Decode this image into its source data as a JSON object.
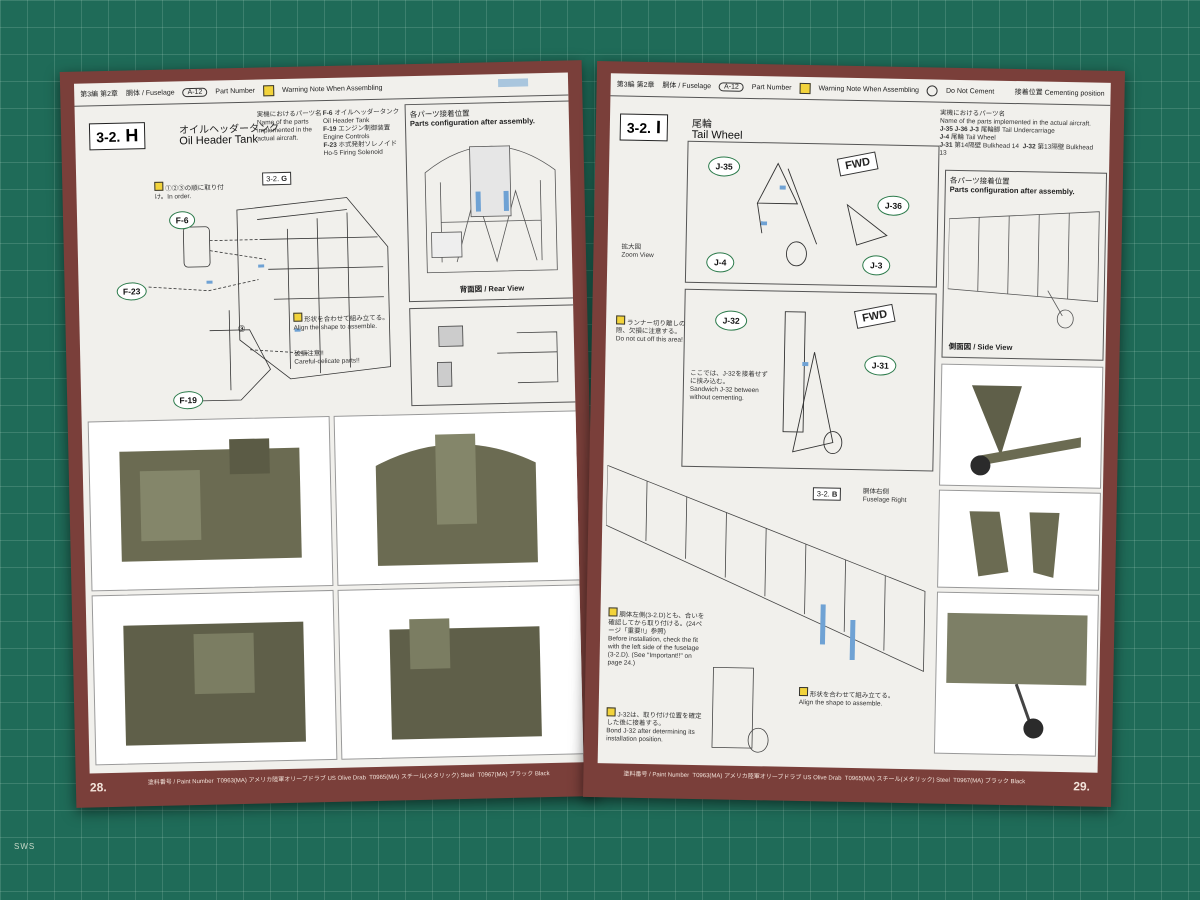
{
  "left_page": {
    "header": {
      "chapter": "第3編 第2章",
      "section": "胴体 / Fuselage",
      "part_badge": "A-12",
      "part_number_label": "Part Number",
      "warning_label": "Warning Note When Assembling"
    },
    "section": {
      "prefix": "3-2.",
      "letter": "H",
      "title_jp": "オイルヘッダータンク",
      "title_en": "Oil Header Tank"
    },
    "implemented_jp": "実機におけるパーツ名",
    "implemented_en": "Name of the parts implemented in the actual aircraft.",
    "legend": [
      {
        "id": "F-6",
        "jp": "オイルヘッダータンク",
        "en": "Oil Header Tank"
      },
      {
        "id": "F-19",
        "jp": "エンジン制御装置",
        "en": "Engine Controls"
      },
      {
        "id": "F-23",
        "jp": "ホ式発射ソレノイド",
        "en": "Ho-5 Firing Solenoid"
      }
    ],
    "order_note": "①②③の順に取り付け。In order.",
    "ref_tag": "3-2.",
    "ref_letter": "G",
    "parts": [
      "F-6",
      "F-23",
      "F-19"
    ],
    "step3": "③",
    "config_jp": "各パーツ接着位置",
    "config_en": "Parts configuration after assembly.",
    "rear_view": "背面図 / Rear View",
    "align_jp": "形状を合わせて組み立てる。",
    "align_en": "Align the shape to assemble.",
    "careful_jp": "破損注意!!",
    "careful_en": "Careful-delicate parts!!",
    "page_number": "28.",
    "paint_label": "塗料番号 / Paint Number",
    "paints": [
      {
        "code": "T0963(MA)",
        "name": "アメリカ陸軍オリーブドラブ US Olive Drab"
      },
      {
        "code": "T0965(MA)",
        "name": "スチール(メタリック) Steel"
      },
      {
        "code": "T0967(MA)",
        "name": "ブラック Black"
      }
    ]
  },
  "right_page": {
    "header": {
      "chapter": "第3編 第2章",
      "section": "胴体 / Fuselage",
      "part_badge": "A-12",
      "part_number_label": "Part Number",
      "warning_label": "Warning Note When Assembling",
      "no_cement_label": "Do Not Cement",
      "cementing_label": "接着位置 Cementing position"
    },
    "section": {
      "prefix": "3-2.",
      "letter": "I",
      "title_jp": "尾輪",
      "title_en": "Tail Wheel"
    },
    "implemented_jp": "実機におけるパーツ名",
    "implemented_en": "Name of the parts implemented in the actual aircraft.",
    "legend": [
      {
        "id": "J-35",
        "extra": "J-36 J-3",
        "jp": "尾輪脚",
        "en": "Tail Undercarriage"
      },
      {
        "id": "J-4",
        "jp": "尾輪",
        "en": "Tail Wheel"
      },
      {
        "id": "J-31",
        "jp": "第14隔壁",
        "en": "Bulkhead 14"
      },
      {
        "id": "J-32",
        "jp": "第13隔壁",
        "en": "Bulkhead 13"
      }
    ],
    "fwd": "FWD",
    "parts_top": [
      "J-35",
      "J-36",
      "J-4",
      "J-3"
    ],
    "zoom_jp": "拡大図",
    "zoom_en": "Zoom View",
    "cut_note_jp": "ランナー切り離しの際、欠損に注意する。",
    "cut_note_en": "Do not cut off this area!",
    "parts_mid": [
      "J-32",
      "J-31"
    ],
    "sandwich_jp": "ここでは、J-32を接着せずに挟み込む。",
    "sandwich_en": "Sandwich J-32 between without cementing.",
    "config_jp": "各パーツ接着位置",
    "config_en": "Parts configuration after assembly.",
    "side_view": "側面図 / Side View",
    "fuselage_tag": "3-2.",
    "fuselage_letter": "B",
    "fuselage_right_jp": "胴体右側",
    "fuselage_right_en": "Fuselage Right",
    "before_note_jp": "胴体左側(3-2.D)とも、合いを確認してから取り付ける。(24ページ「重要!!」参照)",
    "before_note_en": "Before installation, check the fit with the left side of the fuselage (3-2.D). (See \"Important!!\" on page 24.)",
    "align_jp": "形状を合わせて組み立てる。",
    "align_en": "Align the shape to assemble.",
    "bond_note_jp": "J-32は、取り付け位置を確定した後に接着する。",
    "bond_note_en": "Bond J-32 after determining its installation position.",
    "page_number": "29.",
    "paint_label": "塗料番号 / Paint Number",
    "paints": [
      {
        "code": "T0963(MA)",
        "name": "アメリカ陸軍オリーブドラブ US Olive Drab"
      },
      {
        "code": "T0965(MA)",
        "name": "スチール(メタリック) Steel"
      },
      {
        "code": "T0967(MA)",
        "name": "ブラック Black"
      }
    ]
  },
  "watermark": "SWS",
  "colors": {
    "mat": "#1f6b58",
    "cover": "#7a3f3a",
    "paper": "#f1f0ec",
    "part_ring": "#2b7a4a",
    "warning": "#f2d33b"
  }
}
